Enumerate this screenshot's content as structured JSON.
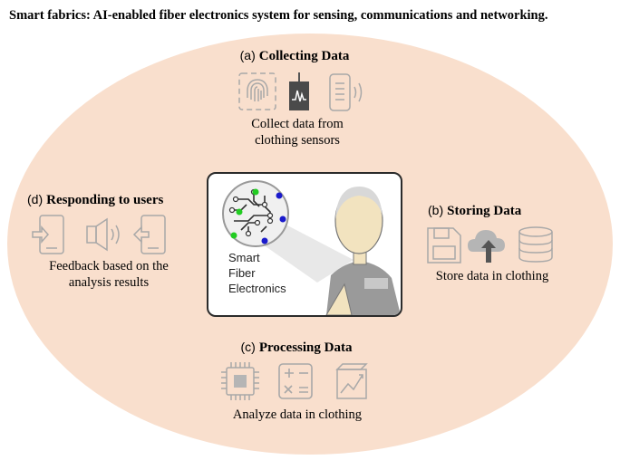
{
  "title": "Smart fabrics: AI-enabled fiber electronics system for sensing, communications and networking.",
  "sections": {
    "collecting": {
      "letter": "(a)",
      "heading": "Collecting Data",
      "desc_line1": "Collect data from",
      "desc_line2": "clothing sensors"
    },
    "storing": {
      "letter": "(b)",
      "heading": "Storing Data",
      "desc_line1": "Store data in clothing"
    },
    "processing": {
      "letter": "(c)",
      "heading": "Processing Data",
      "desc_line1": "Analyze data in clothing"
    },
    "responding": {
      "letter": "(d)",
      "heading": "Responding to users",
      "desc_line1": "Feedback based on the",
      "desc_line2": "analysis results"
    }
  },
  "center": {
    "line1": "Smart",
    "line2": "Fiber",
    "line3": "Electronics"
  },
  "icons": {
    "collecting": [
      "fingerprint-icon",
      "sensor-device-icon",
      "wearable-band-icon"
    ],
    "storing": [
      "floppy-disk-icon",
      "cloud-upload-icon",
      "database-icon"
    ],
    "processing": [
      "chip-icon",
      "calculator-icon",
      "chart-icon"
    ],
    "responding": [
      "phone-send-icon",
      "speaker-icon",
      "phone-receive-icon"
    ]
  },
  "colors": {
    "background_ellipse": "#f9dfcd",
    "icon_gray": "#9a9a9a",
    "node_green": "#22cc22",
    "node_blue": "#1a1acc"
  }
}
